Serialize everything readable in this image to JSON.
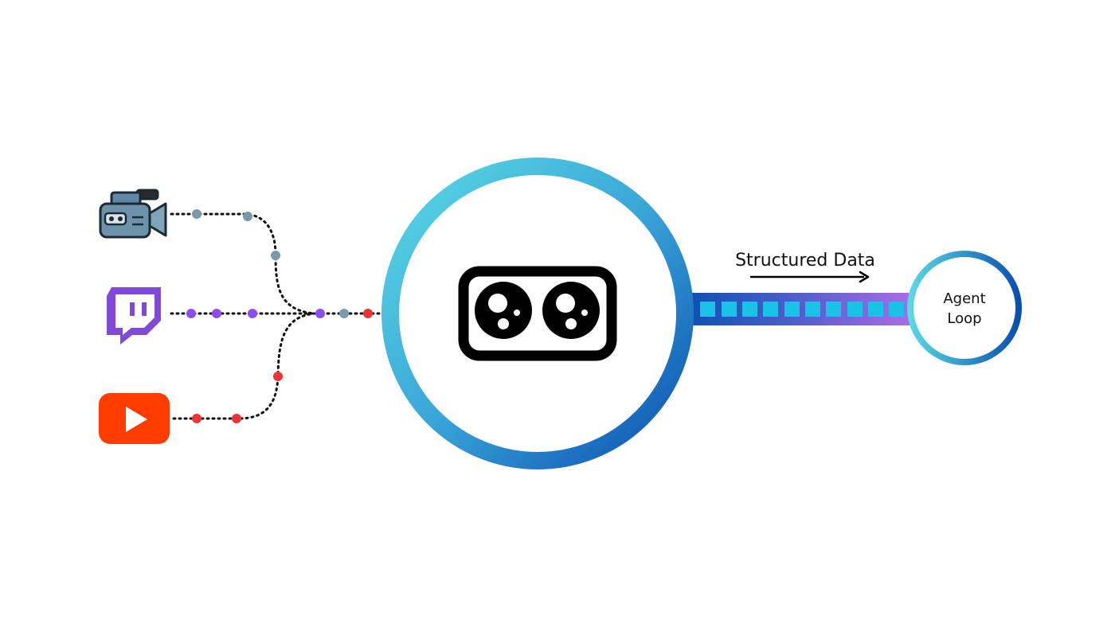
{
  "diagram": {
    "output_label": "Structured Data",
    "agent_label_line1": "Agent",
    "agent_label_line2": "Loop"
  },
  "sources": [
    {
      "icon": "video-camera-icon",
      "dot_color": "#7a9aa8"
    },
    {
      "icon": "twitch-icon",
      "dot_color": "#8b4cf0"
    },
    {
      "icon": "youtube-icon",
      "dot_color": "#ee3334"
    }
  ],
  "colors": {
    "ring_start": "#5ad8e4",
    "ring_end": "#0a4fb0",
    "packet": "#19c2e6",
    "twitch": "#8149d6",
    "youtube": "#ff3d00",
    "camera_body": "#6c93aa",
    "connector_accent": "#b06ce8"
  }
}
